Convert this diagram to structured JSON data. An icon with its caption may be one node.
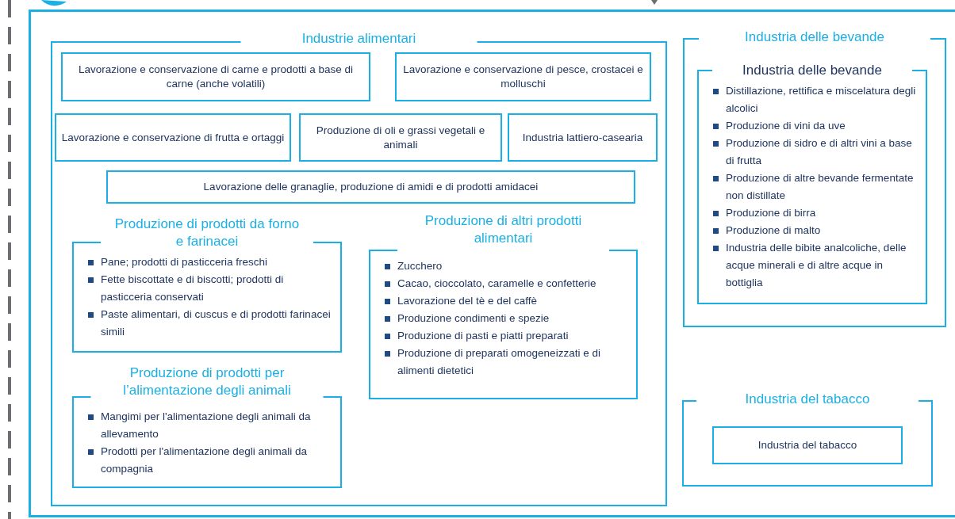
{
  "diagram": {
    "nodes": [
      {
        "text": [],
        "shape": "box"
      },
      {
        "text": [
          "Industrie alimentari"
        ],
        "in": 0
      },
      {
        "text": [
          "Lavorazione e conservazione di carne e prodotti a base di carne (anche volatili)"
        ],
        "in": 1
      },
      {
        "text": [
          "Lavorazione e conservazione di pesce, crostacei e molluschi"
        ],
        "in": 1
      },
      {
        "text": [
          "Lavorazione e conservazione di frutta e ortaggi"
        ],
        "in": 1
      },
      {
        "text": [
          "Produzione di oli e grassi vegetali e animali"
        ],
        "in": 1
      },
      {
        "text": [
          "Industria lattiero-casearia"
        ],
        "in": 1
      },
      {
        "text": [
          "Lavorazione delle granaglie, produzione di amidi e di prodotti amidacei"
        ],
        "in": 1
      },
      {
        "text": [
          "Produzione di prodotti da forno e farinacei",
          "Pane; prodotti di pasticceria freschi",
          "Fette biscottate e di biscotti; prodotti di pasticceria conservati",
          "Paste alimentari, di cuscus e di prodotti farinacei simili"
        ],
        "in": 1
      },
      {
        "text": [
          "Produzione di prodotti per l’alimentazione degli animali",
          "Mangimi per l'alimentazione degli animali da allevamento",
          "Prodotti per l'alimentazione degli animali da compagnia"
        ],
        "in": 1
      },
      {
        "text": [
          "Produzione di altri prodotti alimentari",
          "Zucchero",
          "Cacao, cioccolato, caramelle e confetterie",
          "Lavorazione del tè e del caffè",
          "Produzione condimenti e spezie",
          "Produzione di pasti e piatti preparati",
          "Produzione di preparati omogeneizzati e di alimenti dietetici"
        ],
        "in": 1
      },
      {
        "text": [
          "Industria delle bevande"
        ],
        "in": 0
      },
      {
        "text": [
          "Industria delle bevande",
          "Distillazione, rettifica e miscelatura degli alcolici",
          "Produzione di vini da uve",
          "Produzione di sidro e di altri vini a base di frutta",
          "Produzione di altre bevande fermentate non distillate",
          "Produzione di birra",
          "Produzione di malto",
          "Industria delle bibite analcoliche, delle acque minerali e di altre acque in bottiglia"
        ],
        "in": 11
      },
      {
        "text": [
          "Industria del tabacco"
        ],
        "in": 0
      },
      {
        "text": [
          "Industria del tabacco"
        ],
        "in": 13
      }
    ]
  }
}
